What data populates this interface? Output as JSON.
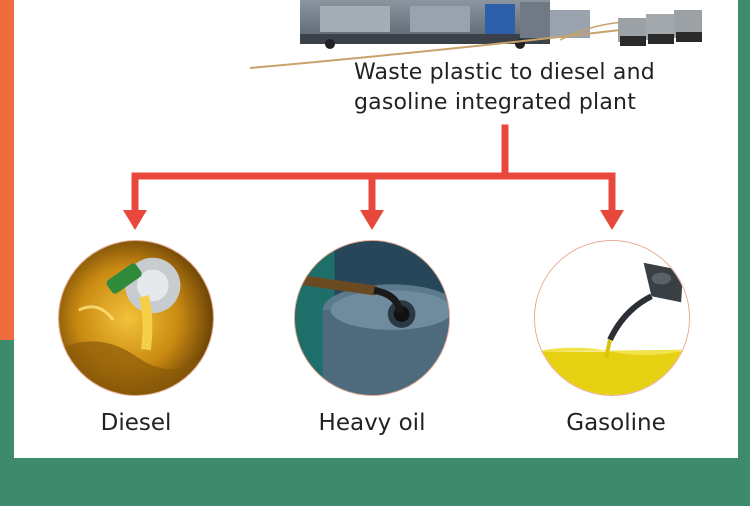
{
  "caption": {
    "line1": "Waste plastic to diesel and",
    "line2": "gasoline integrated plant"
  },
  "products": [
    {
      "label": "Diesel",
      "image": "diesel-pour-image"
    },
    {
      "label": "Heavy oil",
      "image": "heavy-oil-barrel-image"
    },
    {
      "label": "Gasoline",
      "image": "gasoline-nozzle-image"
    }
  ],
  "colors": {
    "accent_orange": "#ef6c3f",
    "background_green": "#3d8a6c",
    "arrow_red": "#e8483b"
  }
}
